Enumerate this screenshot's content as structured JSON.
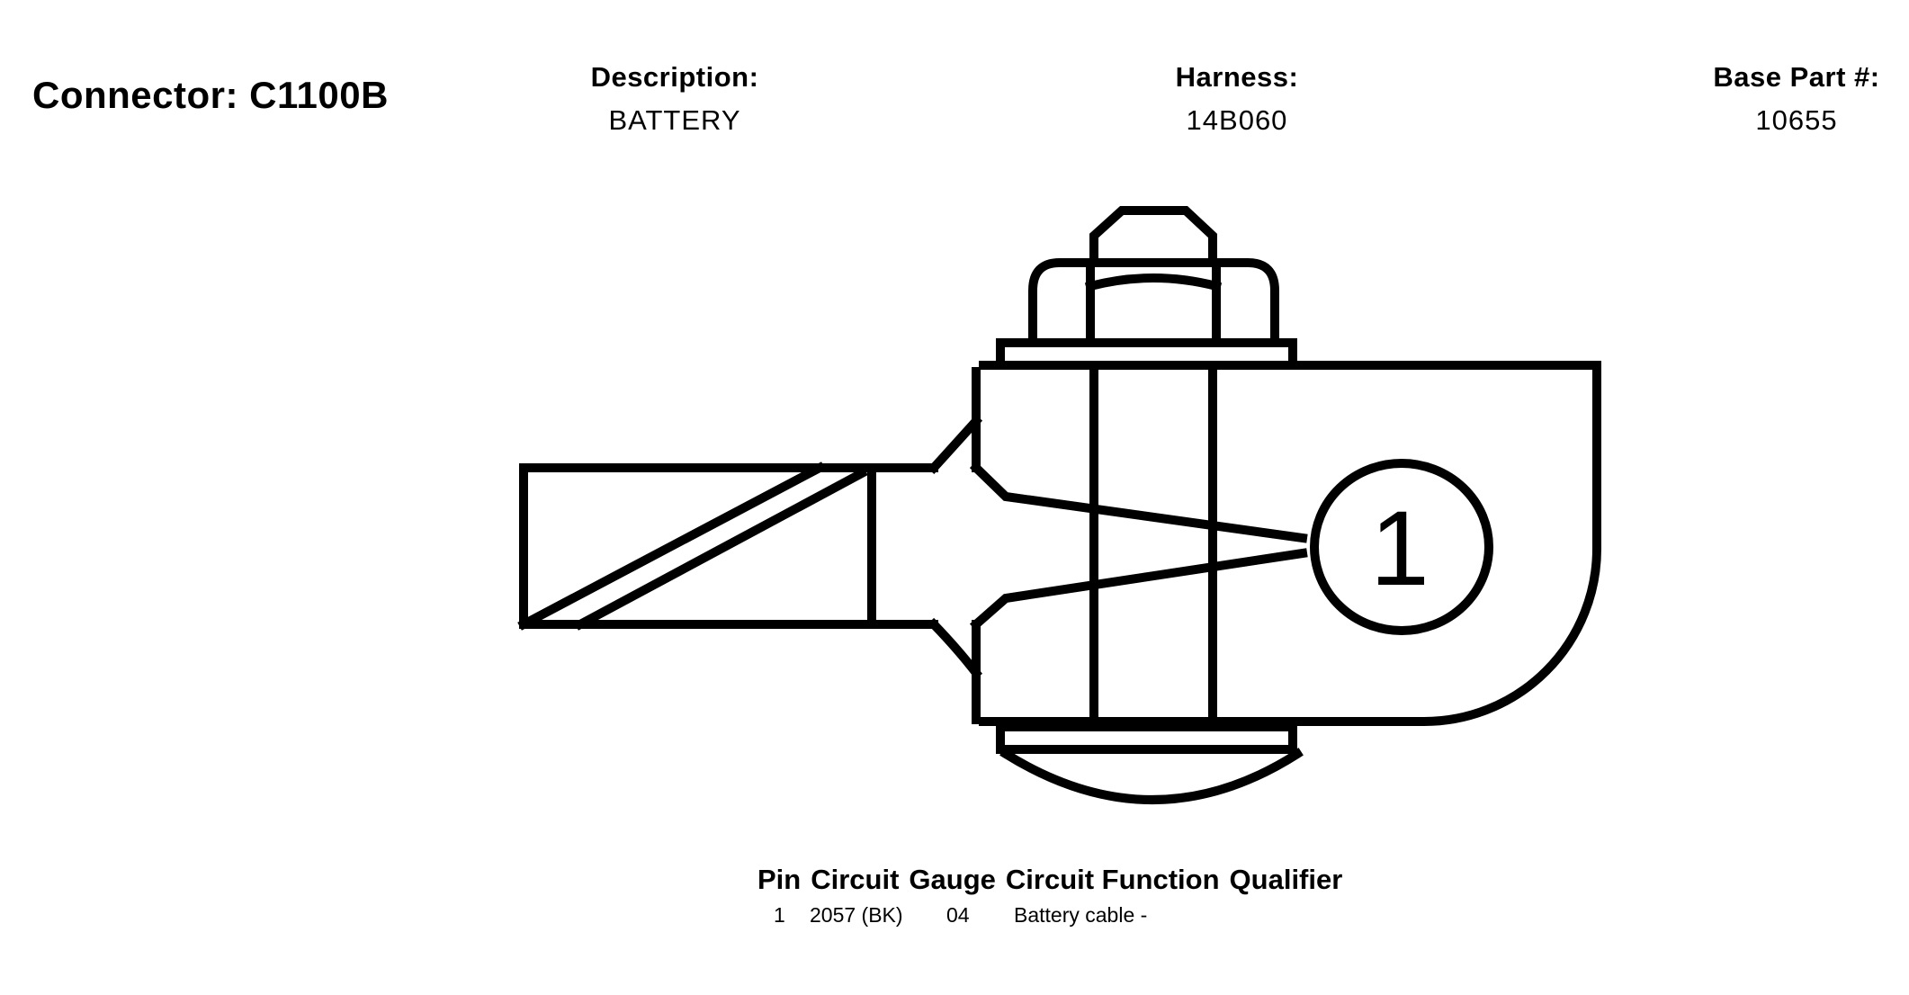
{
  "header": {
    "title": "Connector: C1100B",
    "description_label": "Description:",
    "description_value": "BATTERY",
    "harness_label": "Harness:",
    "harness_value": "14B060",
    "base_part_label": "Base Part #:",
    "base_part_value": "10655"
  },
  "diagram": {
    "pin_label": "1"
  },
  "pin_table": {
    "columns": [
      "Pin",
      "Circuit",
      "Gauge",
      "Circuit Function",
      "Qualifier"
    ],
    "rows": [
      {
        "pin": "1",
        "circuit": "2057 (BK)",
        "gauge": "04",
        "function_qualifier": "Battery cable -"
      }
    ]
  }
}
